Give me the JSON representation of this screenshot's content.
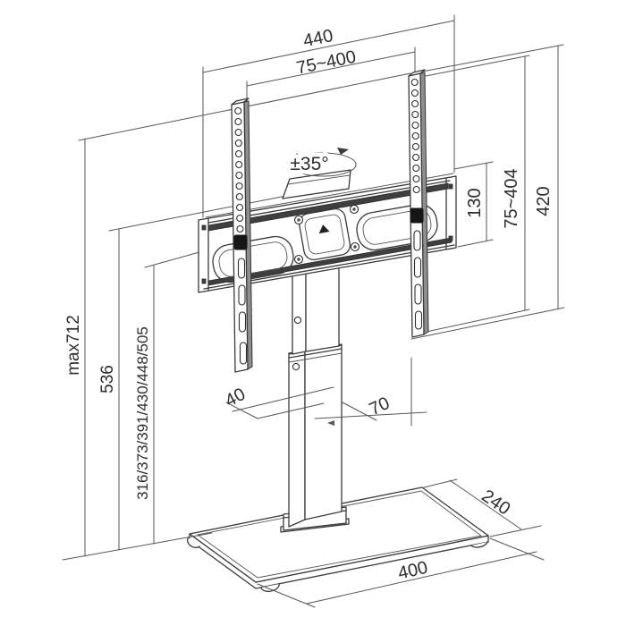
{
  "drawing": {
    "type": "technical-dimension-drawing",
    "subject": "tabletop TV stand with swivel VESA mount, isometric view with dimensions in mm",
    "labels": {
      "overall_width": "440",
      "vesa_width_range": "75~400",
      "swivel_range": "±35°",
      "bracket_height": "130",
      "vesa_height_range": "75~404",
      "rail_length": "420",
      "max_total_height": "max712",
      "column_top_height": "536",
      "mount_hole_heights": "316/373/391/430/448/505",
      "column_depth": "40",
      "column_width": "70",
      "base_depth": "240",
      "base_width": "400"
    },
    "colors": {
      "background": "#ffffff",
      "object_line": "#3a3a3a",
      "dimension_line": "#565656",
      "label_text": "#2d2d2d",
      "side_shade": "#8f8f8f",
      "dark_band": "#3f3f3f"
    }
  }
}
